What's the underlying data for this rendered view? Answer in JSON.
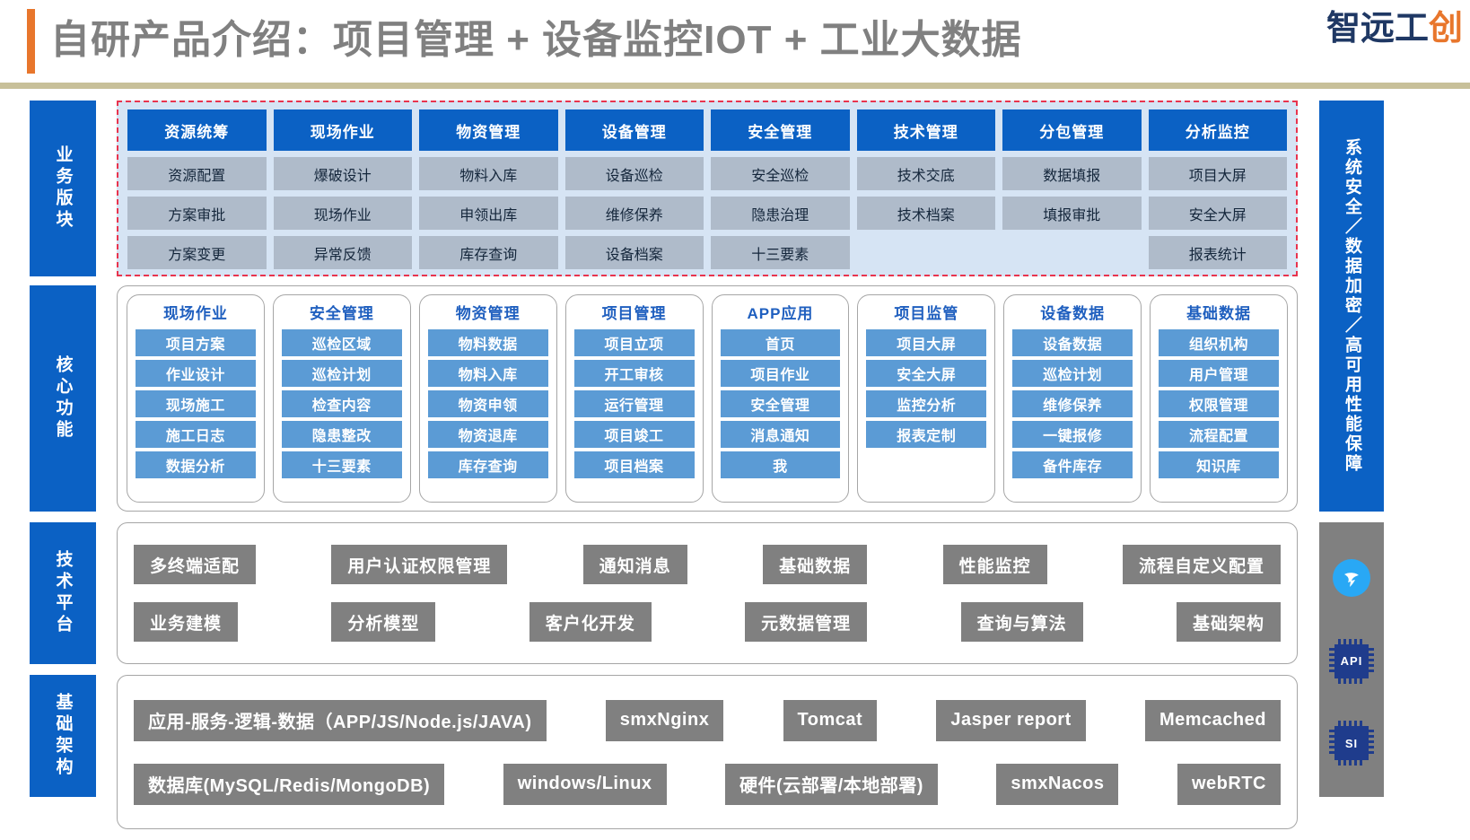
{
  "header": {
    "title": "自研产品介绍：项目管理 + 设备监控IOT + 工业大数据",
    "brand_dark": "智远工",
    "brand_accent": "创"
  },
  "rails": {
    "left": [
      {
        "key": "business",
        "label": "业务版块"
      },
      {
        "key": "core",
        "label": "核心功能"
      },
      {
        "key": "tech",
        "label": "技术平台"
      },
      {
        "key": "infra",
        "label": "基础架构"
      }
    ],
    "right_label": "系统安全／数据加密／高可用性能保障",
    "icons": [
      {
        "name": "dingtalk-icon",
        "label": ""
      },
      {
        "name": "api-chip-icon",
        "label": "API"
      },
      {
        "name": "si-chip-icon",
        "label": "SI"
      }
    ]
  },
  "business": {
    "columns": [
      {
        "head": "资源统筹",
        "items": [
          "资源配置",
          "方案审批",
          "方案变更"
        ]
      },
      {
        "head": "现场作业",
        "items": [
          "爆破设计",
          "现场作业",
          "异常反馈"
        ]
      },
      {
        "head": "物资管理",
        "items": [
          "物料入库",
          "申领出库",
          "库存查询"
        ]
      },
      {
        "head": "设备管理",
        "items": [
          "设备巡检",
          "维修保养",
          "设备档案"
        ]
      },
      {
        "head": "安全管理",
        "items": [
          "安全巡检",
          "隐患治理",
          "十三要素"
        ]
      },
      {
        "head": "技术管理",
        "items": [
          "技术交底",
          "技术档案",
          ""
        ]
      },
      {
        "head": "分包管理",
        "items": [
          "数据填报",
          "填报审批",
          ""
        ]
      },
      {
        "head": "分析监控",
        "items": [
          "项目大屏",
          "安全大屏",
          "报表统计"
        ]
      }
    ]
  },
  "core": {
    "cards": [
      {
        "title": "现场作业",
        "items": [
          "项目方案",
          "作业设计",
          "现场施工",
          "施工日志",
          "数据分析"
        ]
      },
      {
        "title": "安全管理",
        "items": [
          "巡检区域",
          "巡检计划",
          "检查内容",
          "隐患整改",
          "十三要素"
        ]
      },
      {
        "title": "物资管理",
        "items": [
          "物料数据",
          "物料入库",
          "物资申领",
          "物资退库",
          "库存查询"
        ]
      },
      {
        "title": "项目管理",
        "items": [
          "项目立项",
          "开工审核",
          "运行管理",
          "项目竣工",
          "项目档案"
        ]
      },
      {
        "title": "APP应用",
        "items": [
          "首页",
          "项目作业",
          "安全管理",
          "消息通知",
          "我"
        ]
      },
      {
        "title": "项目监管",
        "items": [
          "项目大屏",
          "安全大屏",
          "监控分析",
          "报表定制"
        ]
      },
      {
        "title": "设备数据",
        "items": [
          "设备数据",
          "巡检计划",
          "维修保养",
          "一键报修",
          "备件库存"
        ]
      },
      {
        "title": "基础数据",
        "items": [
          "组织机构",
          "用户管理",
          "权限管理",
          "流程配置",
          "知识库"
        ]
      }
    ]
  },
  "tech": {
    "rows": [
      [
        "多终端适配",
        "用户认证权限管理",
        "通知消息",
        "基础数据",
        "性能监控",
        "流程自定义配置"
      ],
      [
        "业务建模",
        "分析模型",
        "客户化开发",
        "元数据管理",
        "查询与算法",
        "基础架构"
      ]
    ]
  },
  "infra": {
    "rows": [
      [
        "应用-服务-逻辑-数据（APP/JS/Node.js/JAVA)",
        "smxNginx",
        "Tomcat",
        "Jasper report",
        "Memcached"
      ],
      [
        "数据库(MySQL/Redis/MongoDB)",
        "windows/Linux",
        "硬件(云部署/本地部署)",
        "smxNacos",
        "webRTC"
      ]
    ]
  },
  "colors": {
    "primary_blue": "#0B61C4",
    "accent_orange": "#E8762C",
    "core_item_blue": "#5B9BD5",
    "business_cell": "#AFBBCA",
    "gray_chip": "#808080",
    "dashed_border": "#E8344E",
    "header_rule": "#C8C09A"
  }
}
